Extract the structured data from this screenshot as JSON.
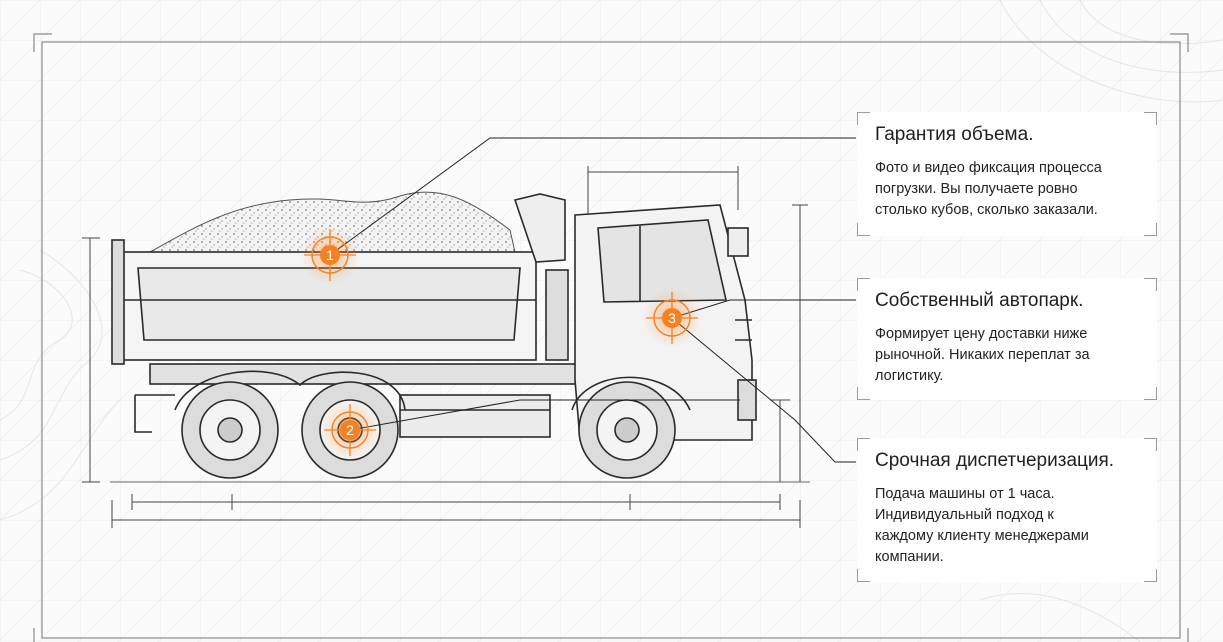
{
  "colors": {
    "accent": "#f58220",
    "line": "#333333",
    "frame": "#8a8a8a",
    "background": "#fbfbfb"
  },
  "markers": [
    "1",
    "2",
    "3"
  ],
  "cards": [
    {
      "title": "Гарантия объема.",
      "lines": [
        "Фото и видео фиксация процесса",
        "погрузки. Вы получаете ровно",
        "столько кубов, сколько заказали."
      ]
    },
    {
      "title": "Собственный автопарк.",
      "lines": [
        "Формирует цену доставки ниже",
        "рыночной. Никаких переплат за",
        "логистику."
      ]
    },
    {
      "title": "Срочная диспетчеризация.",
      "lines": [
        "Подача машины от 1 часа.",
        "Индивидуальный подход к",
        "каждому клиенту менеджерами",
        "компании."
      ]
    }
  ]
}
